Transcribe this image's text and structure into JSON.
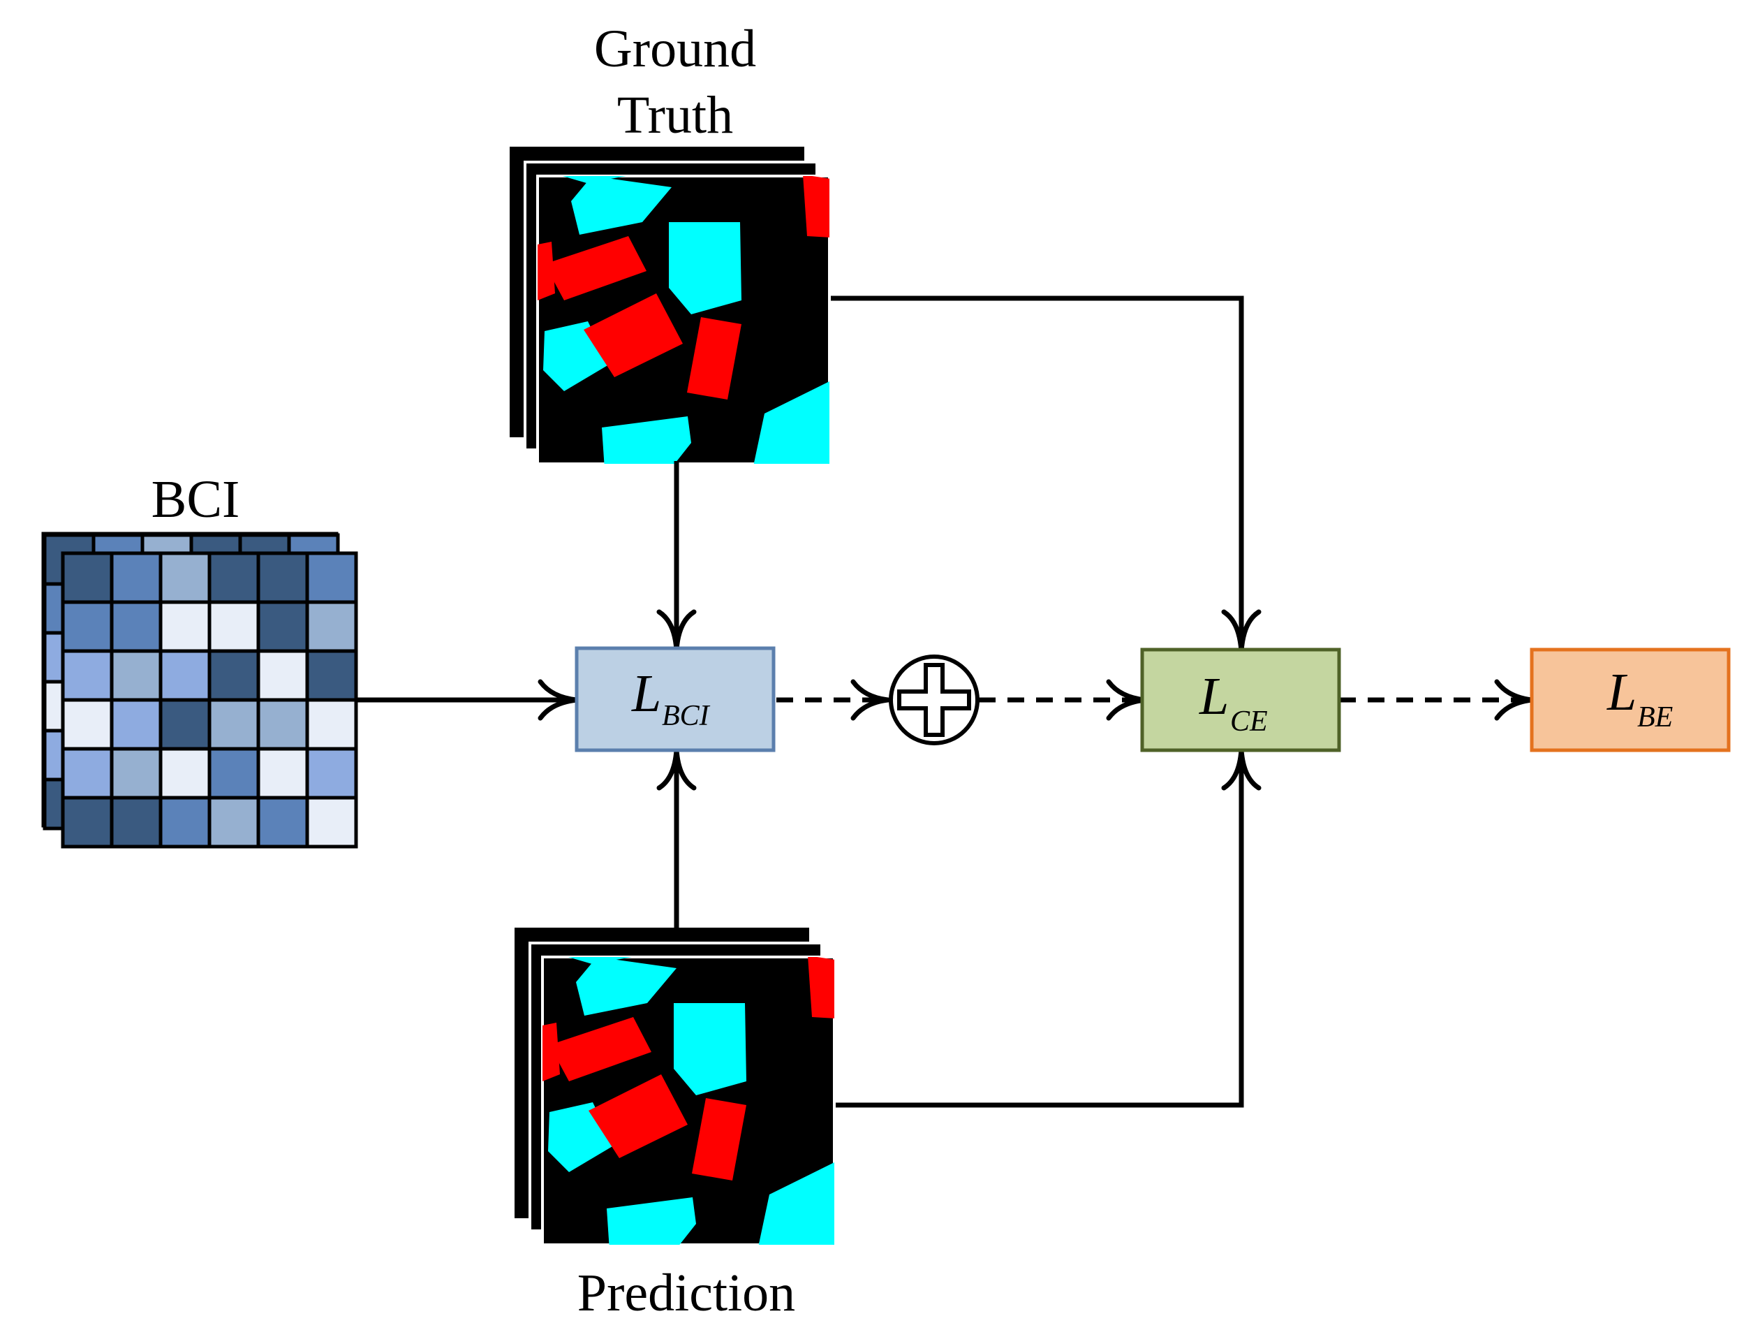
{
  "labels": {
    "ground_truth_line1": "Ground",
    "ground_truth_line2": "Truth",
    "bci": "BCI",
    "prediction": "Prediction"
  },
  "boxes": {
    "bci_loss": {
      "main": "L",
      "sub": "BCI",
      "fill": "#bcd0e4",
      "stroke": "#5b7fad"
    },
    "ce_loss": {
      "main": "L",
      "sub": "CE",
      "fill": "#c4d6a0",
      "stroke": "#4f6228"
    },
    "be_loss": {
      "main": "L",
      "sub": "BE",
      "fill": "#f7c49a",
      "stroke": "#e4721e"
    }
  },
  "colors": {
    "mask_background": "#000000",
    "class_a": "#00ffff",
    "class_b": "#ff0000",
    "bci_dark": "#3a5a80",
    "bci_mid": "#5b82b9",
    "bci_light": "#8eabe0",
    "bci_pale": "#96b0d0",
    "bci_white": "#e8eef8"
  },
  "operator": {
    "icon": "plus-circle-icon"
  }
}
